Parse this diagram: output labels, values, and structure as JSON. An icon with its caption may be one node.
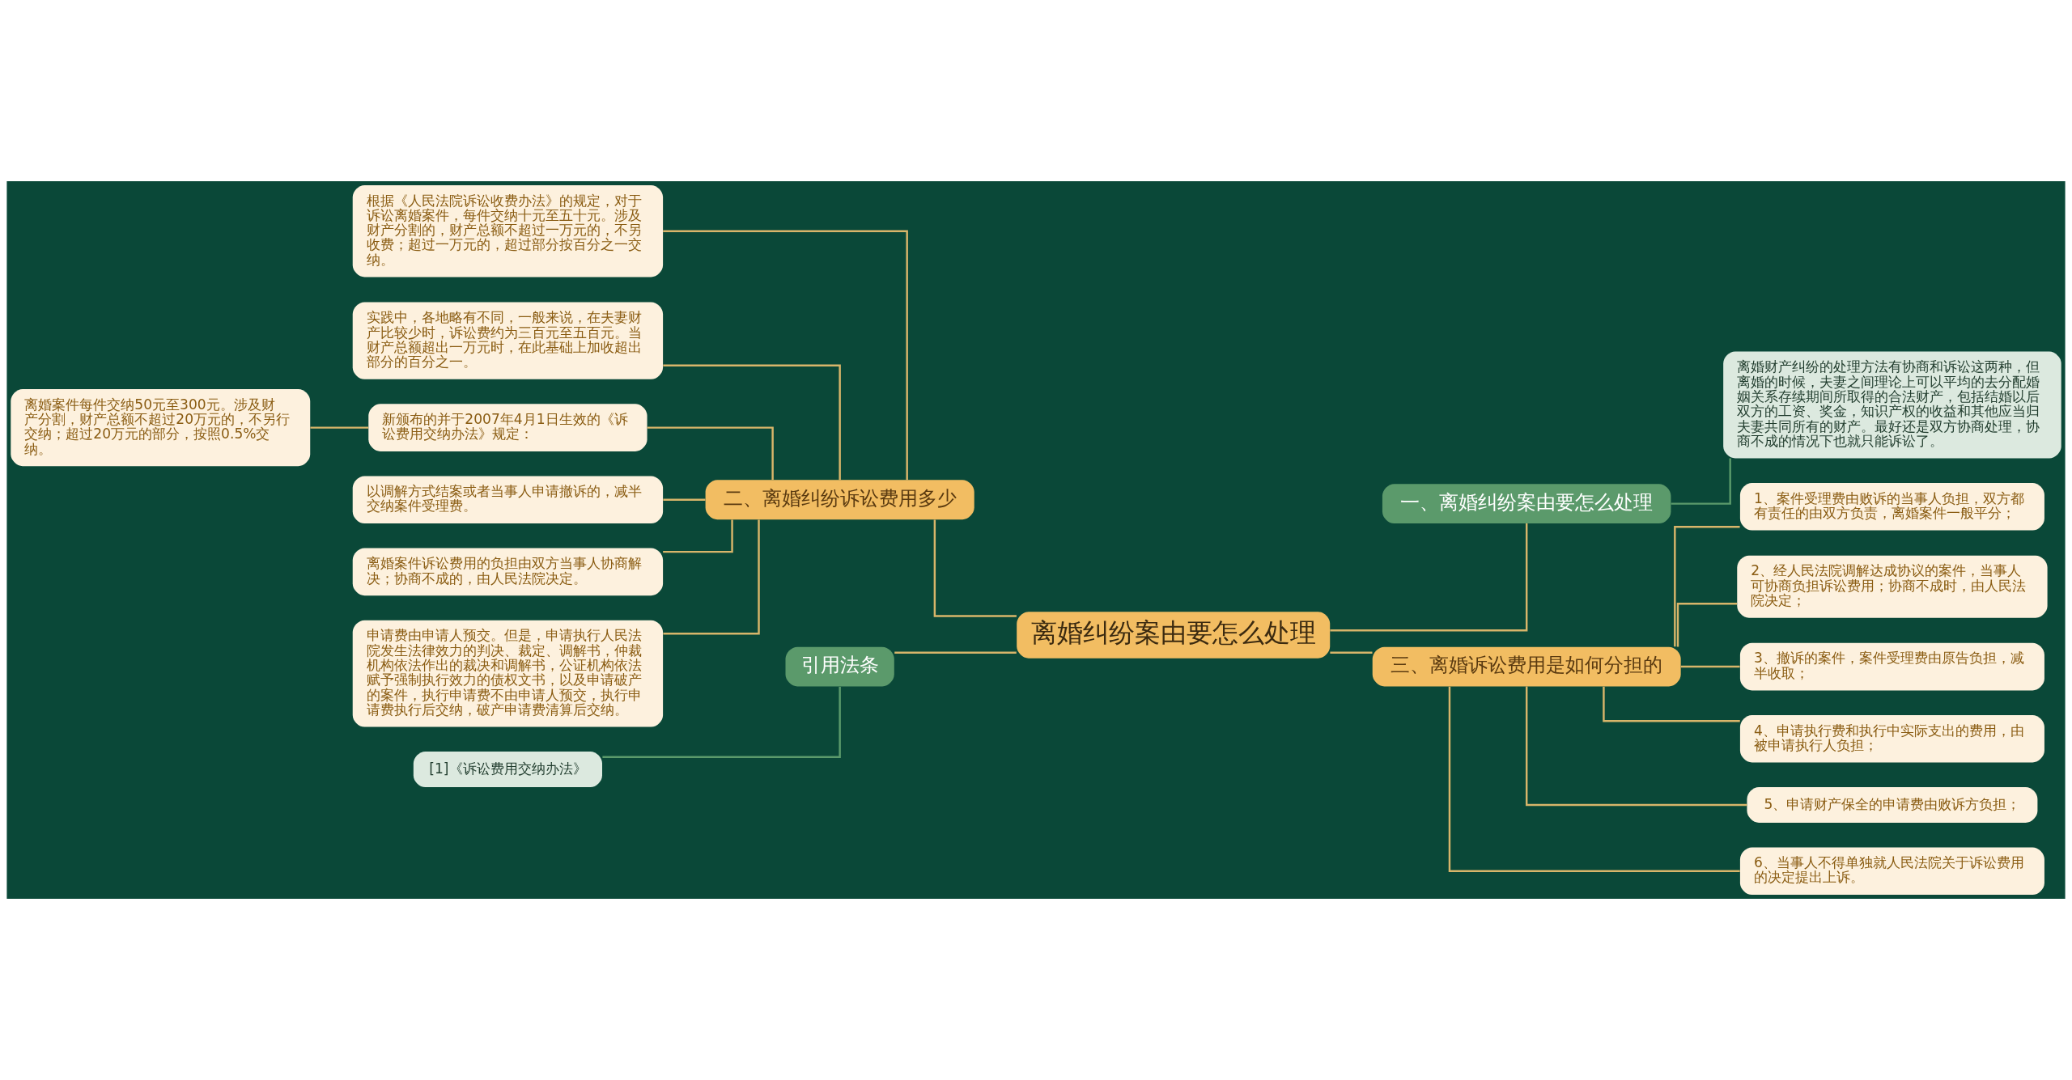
{
  "diagram": {
    "nodes": [
      {
        "text": [
          "离婚纠纷案由要怎么处理"
        ]
      },
      {
        "text": [
          "二、离婚纠纷诉讼费用多少"
        ]
      },
      {
        "text": [
          "根据《人民法院诉讼收费办法》的规定，对于诉讼离婚案件，每件交纳十元至五十元。涉及财产分割的，财产总额不超过一万元的，不另收费；超过一万元的，超过部分按百分之一交纳。"
        ]
      },
      {
        "text": [
          "实践中，各地略有不同，一般来说，在夫妻财产比较少时，诉讼费约为三百元至五百元。当财产总额超出一万元时，在此基础上加收超出部分的百分之一。"
        ]
      },
      {
        "text": [
          "新颁布的并于2007年4月1日生效的《诉讼费用交纳办法》规定："
        ]
      },
      {
        "text": [
          "以调解方式结案或者当事人申请撤诉的，减半交纳案件受理费。"
        ]
      },
      {
        "text": [
          "离婚案件诉讼费用的负担由双方当事人协商解决；协商不成的，由人民法院决定。"
        ]
      },
      {
        "text": [
          "申请费由申请人预交。但是，申请执行人民法院发生法律效力的判决、裁定、调解书，仲裁机构依法作出的裁决和调解书，公证机构依法赋予强制执行效力的债权文书，以及申请破产的案件，执行申请费不由申请人预交，执行申请费执行后交纳，破产申请费清算后交纳。"
        ]
      },
      {
        "text": [
          "离婚案件每件交纳50元至300元。涉及财产分割，财产总额不超过20万元的，不另行交纳；超过20万元的部分，按照0.5%交纳。"
        ]
      },
      {
        "text": [
          "引用法条"
        ]
      },
      {
        "text": [
          "[1]《诉讼费用交纳办法》"
        ]
      },
      {
        "text": [
          "一、离婚纠纷案由要怎么处理"
        ]
      },
      {
        "text": [
          "离婚财产纠纷的处理方法有协商和诉讼这两种，但离婚的时候，夫妻之间理论上可以平均的去分配婚姻关系存续期间所取得的合法财产，包括结婚以后双方的工资、奖金，知识产权的收益和其他应当归夫妻共同所有的财产。最好还是双方协商处理，协商不成的情况下也就只能诉讼了。"
        ]
      },
      {
        "text": [
          "三、离婚诉讼费用是如何分担的"
        ]
      },
      {
        "text": [
          "1、案件受理费由败诉的当事人负担，双方都有责任的由双方负责，离婚案件一般平分；"
        ]
      },
      {
        "text": [
          "2、经人民法院调解达成协议的案件，当事人可协商负担诉讼费用；协商不成时，由人民法院决定；"
        ]
      },
      {
        "text": [
          "3、撤诉的案件，案件受理费由原告负担，减半收取；"
        ]
      },
      {
        "text": [
          "4、申请执行费和执行中实际支出的费用，由被申请执行人负担；"
        ]
      },
      {
        "text": [
          "5、申请财产保全的申请费由败诉方负担；"
        ]
      },
      {
        "text": [
          "6、当事人不得单独就人民法院关于诉讼费用的决定提出上诉。"
        ]
      }
    ],
    "edges": [
      {
        "from": 1,
        "to": 0,
        "arrow": "none"
      },
      {
        "from": 2,
        "to": 1,
        "arrow": "none"
      },
      {
        "from": 3,
        "to": 1,
        "arrow": "none"
      },
      {
        "from": 4,
        "to": 1,
        "arrow": "none"
      },
      {
        "from": 5,
        "to": 1,
        "arrow": "none"
      },
      {
        "from": 6,
        "to": 1,
        "arrow": "none"
      },
      {
        "from": 7,
        "to": 1,
        "arrow": "none"
      },
      {
        "from": 8,
        "to": 4,
        "arrow": "none"
      },
      {
        "from": 9,
        "to": 0,
        "arrow": "none"
      },
      {
        "from": 10,
        "to": 9,
        "arrow": "none",
        "color": "#5b9a6b"
      },
      {
        "from": 0,
        "to": 11,
        "arrow": "none"
      },
      {
        "from": 11,
        "to": 12,
        "arrow": "none",
        "color": "#5b9a6b"
      },
      {
        "from": 0,
        "to": 13,
        "arrow": "none"
      },
      {
        "from": 13,
        "to": 14,
        "arrow": "none"
      },
      {
        "from": 13,
        "to": 15,
        "arrow": "none"
      },
      {
        "from": 13,
        "to": 16,
        "arrow": "none"
      },
      {
        "from": 13,
        "to": 17,
        "arrow": "none"
      },
      {
        "from": 13,
        "to": 18,
        "arrow": "none"
      },
      {
        "from": 13,
        "to": 19,
        "arrow": "none"
      }
    ]
  }
}
